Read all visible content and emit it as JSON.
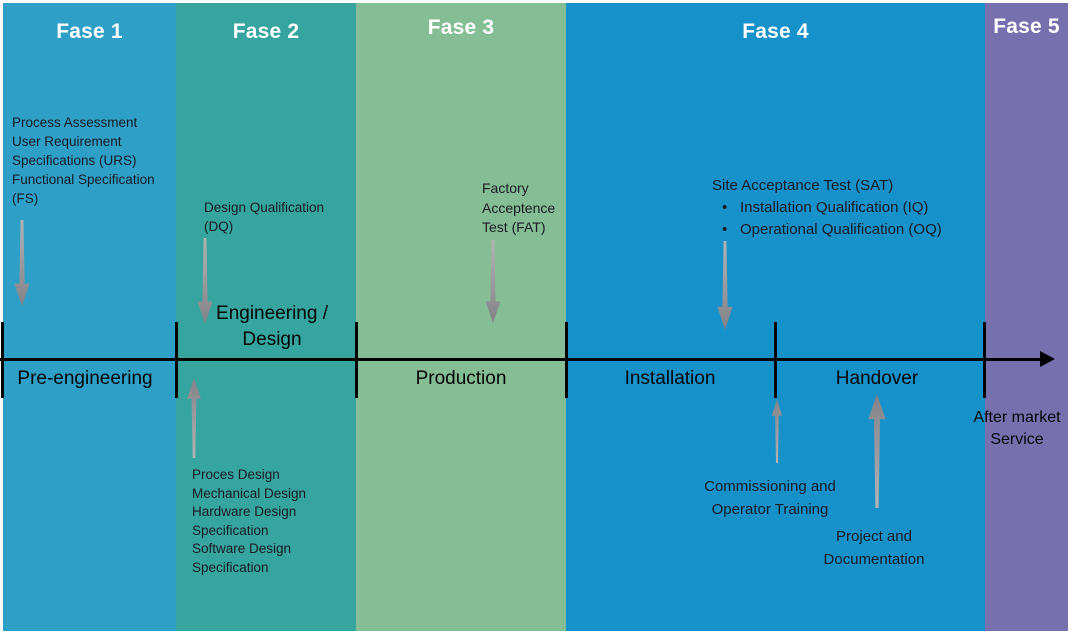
{
  "title": "Project phases timeline diagram",
  "colors": {
    "phase1": "#2ea0c8",
    "phase2": "#36a5a0",
    "phase3": "#85bd94",
    "phase4": "#1791c9",
    "phase5": "#7670ae",
    "timeline": "#000000",
    "arrow_gray": "#9b9b9e",
    "annotation_text": "#1a1a24",
    "header_text": "#ffffff"
  },
  "phases": [
    {
      "id": "fase1",
      "label": "Fase 1"
    },
    {
      "id": "fase2",
      "label": "Fase 2"
    },
    {
      "id": "fase3",
      "label": "Fase 3"
    },
    {
      "id": "fase4",
      "label": "Fase 4"
    },
    {
      "id": "fase5",
      "label": "Fase 5"
    }
  ],
  "timeline": {
    "labels": {
      "pre_engineering": "Pre-engineering",
      "engineering_line1": "Engineering /",
      "engineering_line2": "Design",
      "production": "Production",
      "installation": "Installation",
      "handover": "Handover",
      "after_market_line1": "After market",
      "after_market_line2": "Service"
    }
  },
  "annotations": {
    "phase1_deliverables": {
      "lines": [
        "Process Assessment",
        "User Requirement",
        "Specifications (URS)",
        "Functional Specification",
        " (FS)"
      ]
    },
    "design_qualification": {
      "lines": [
        "Design Qualification",
        "(DQ)"
      ]
    },
    "phase2_designs": {
      "lines": [
        "Proces Design",
        "Mechanical Design",
        "Hardware Design",
        "Specification",
        "Software Design",
        "Specification"
      ]
    },
    "factory_acceptance": {
      "lines": [
        "Factory",
        "Acceptence",
        "Test (FAT)"
      ]
    },
    "site_acceptance": {
      "title": "Site Acceptance Test (SAT)",
      "bullet_glyph": "•",
      "bullets": [
        "Installation Qualification (IQ)",
        "Operational Qualification (OQ)"
      ]
    },
    "commissioning": {
      "lines": [
        "Commissioning and",
        "Operator Training"
      ]
    },
    "project_documentation": {
      "lines": [
        "Project and",
        "Documentation"
      ]
    }
  }
}
